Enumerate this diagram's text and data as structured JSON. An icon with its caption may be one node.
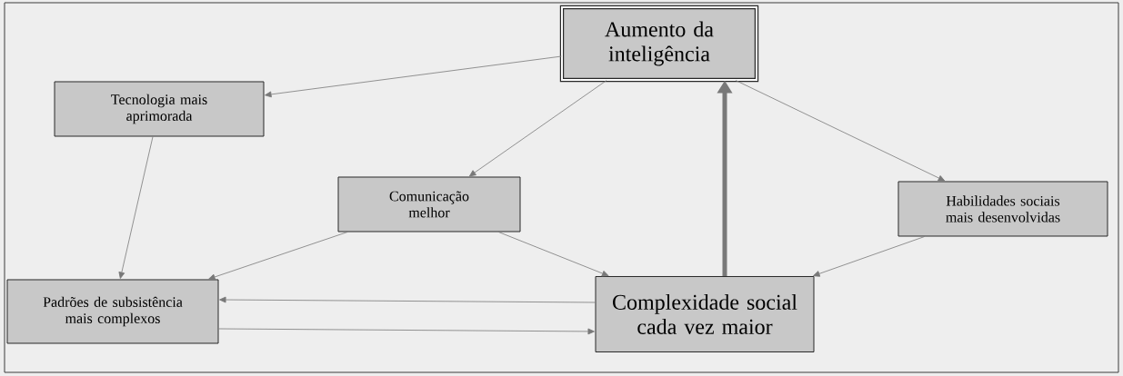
{
  "diagram": {
    "nodes": [
      {
        "text": [
          "Aumento da inteligência"
        ]
      },
      {
        "text": [
          "Tecnologia mais aprimorada"
        ]
      },
      {
        "text": [
          "Comunicação melhor"
        ]
      },
      {
        "text": [
          "Habilidades sociais mais desenvolvidas"
        ]
      },
      {
        "text": [
          "Padrões de subsistência mais complexos"
        ]
      },
      {
        "text": [
          "Complexidade social cada vez maior"
        ]
      }
    ],
    "edges": [
      {
        "from": 0,
        "to": 1,
        "arrow": "to"
      },
      {
        "from": 0,
        "to": 2,
        "arrow": "to"
      },
      {
        "from": 0,
        "to": 3,
        "arrow": "to"
      },
      {
        "from": 1,
        "to": 4,
        "arrow": "to"
      },
      {
        "from": 2,
        "to": 4,
        "arrow": "to"
      },
      {
        "from": 2,
        "to": 5,
        "arrow": "to"
      },
      {
        "from": 3,
        "to": 5,
        "arrow": "to"
      },
      {
        "from": 5,
        "to": 0,
        "arrow": "to",
        "style": "thick"
      },
      {
        "from": 5,
        "to": 4,
        "arrow": "to"
      },
      {
        "from": 4,
        "to": 5,
        "arrow": "to"
      }
    ]
  }
}
